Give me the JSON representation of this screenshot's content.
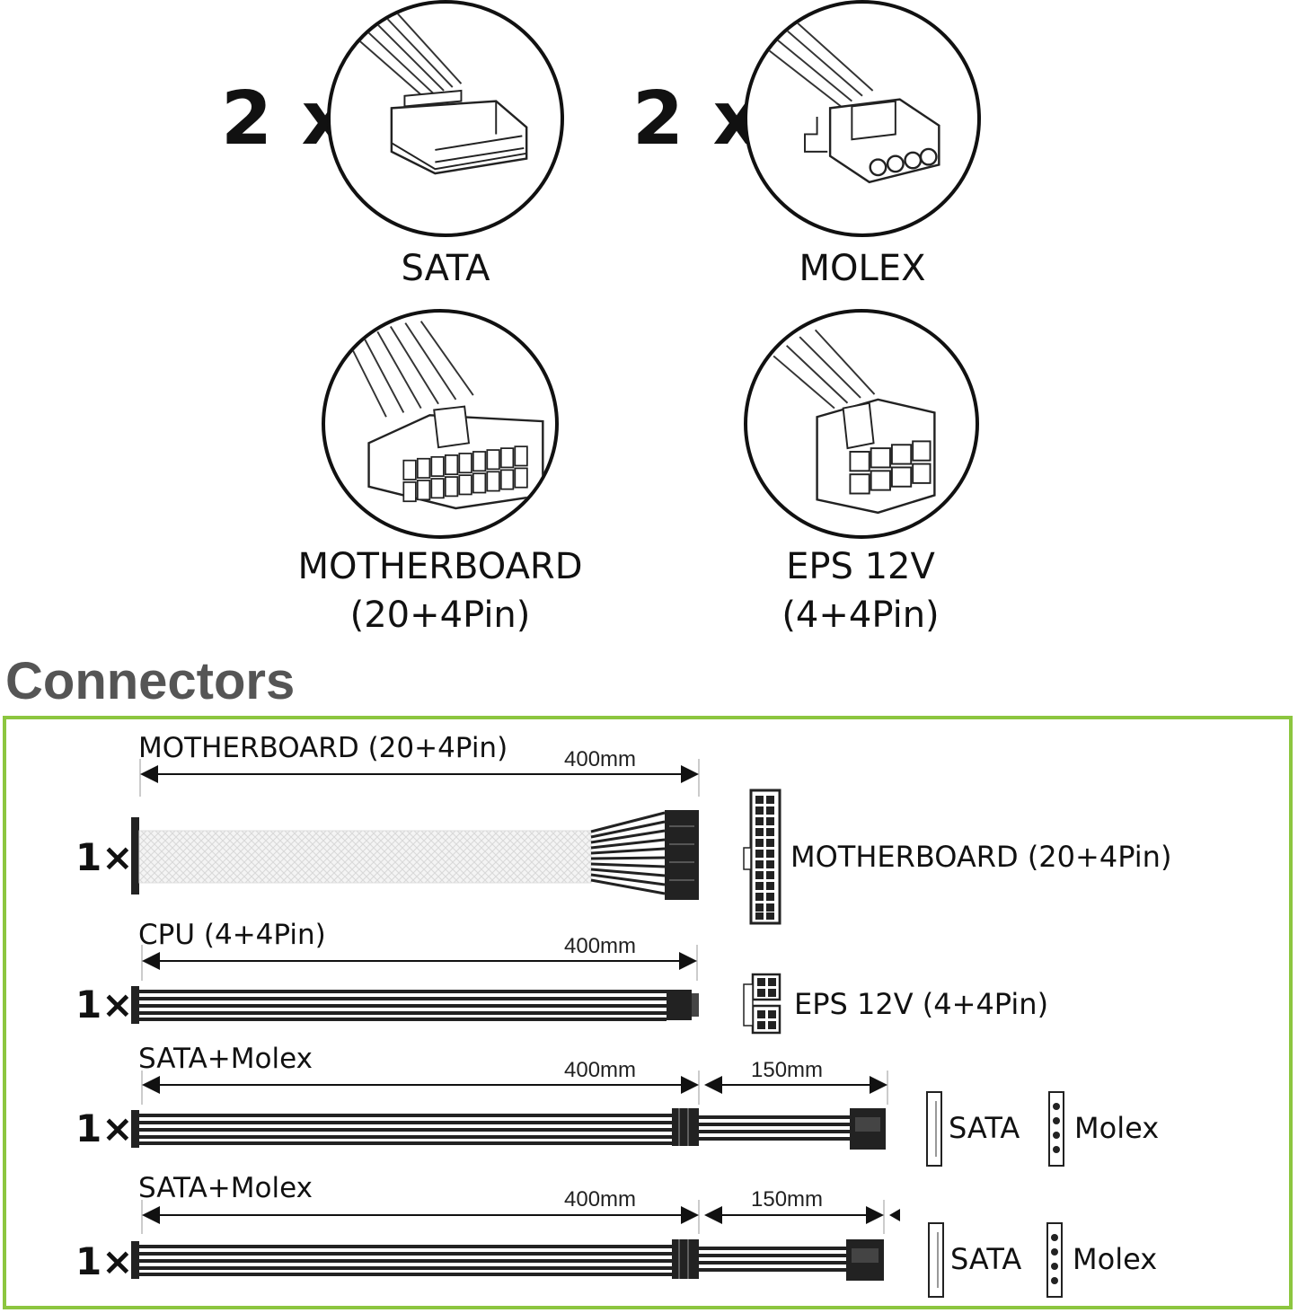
{
  "top_connectors": [
    {
      "quantity": "2 x",
      "label_lines": [
        "SATA"
      ],
      "icon": "sata-connector-icon"
    },
    {
      "quantity": "2 x",
      "label_lines": [
        "MOLEX"
      ],
      "icon": "molex-connector-icon"
    },
    {
      "quantity": "",
      "label_lines": [
        "MOTHERBOARD",
        "(20+4Pin)"
      ],
      "icon": "motherboard-connector-icon"
    },
    {
      "quantity": "",
      "label_lines": [
        "EPS 12V",
        "(4+4Pin)"
      ],
      "icon": "eps-connector-icon"
    }
  ],
  "section_title": "Connectors",
  "panel_color": "#8cc63f",
  "cables": [
    {
      "name": "MOTHERBOARD (20+4Pin)",
      "quantity": "1×",
      "length_main": "400mm",
      "length_ext": "",
      "end_labels": [
        "MOTHERBOARD (20+4Pin)"
      ]
    },
    {
      "name": "CPU (4+4Pin)",
      "quantity": "1×",
      "length_main": "400mm",
      "length_ext": "",
      "end_labels": [
        "EPS 12V (4+4Pin)"
      ]
    },
    {
      "name": "SATA+Molex",
      "quantity": "1×",
      "length_main": "400mm",
      "length_ext": "150mm",
      "end_labels": [
        "SATA",
        "Molex"
      ]
    },
    {
      "name": "SATA+Molex",
      "quantity": "1×",
      "length_main": "400mm",
      "length_ext": "150mm",
      "end_labels": [
        "SATA",
        "Molex"
      ]
    }
  ]
}
